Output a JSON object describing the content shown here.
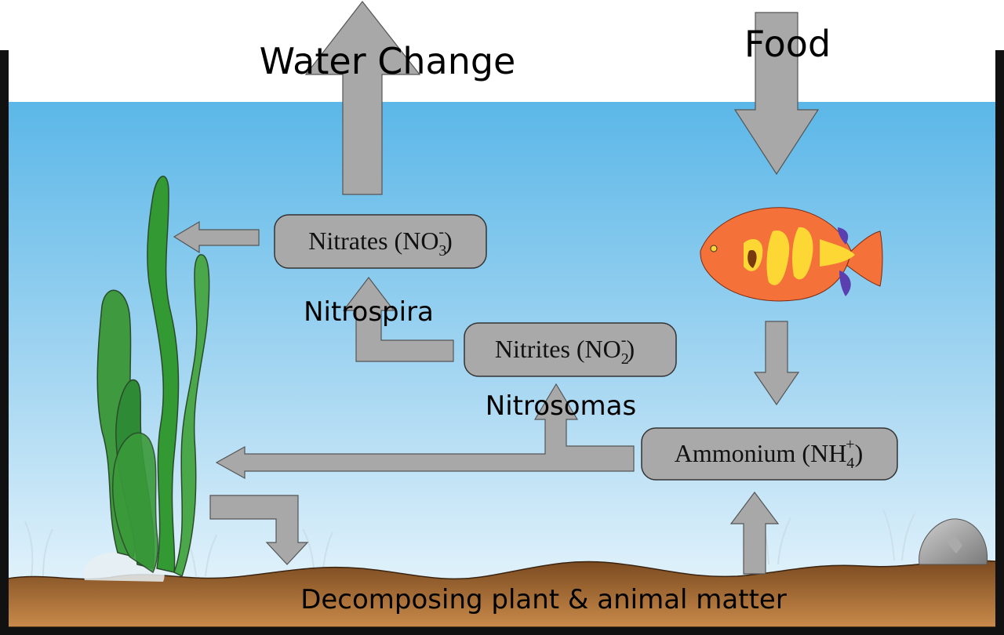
{
  "labels": {
    "water_change": "Water Change",
    "food": "Food",
    "nitrospira": "Nitrospira",
    "nitrosomas": "Nitrosomas",
    "decomposing": "Decomposing plant & animal matter"
  },
  "compounds": {
    "nitrates": {
      "name": "Nitrates",
      "formula": "NO",
      "sub": "3",
      "sup": "-"
    },
    "nitrites": {
      "name": "Nitrites",
      "formula": "NO",
      "sub": "2",
      "sup": "-"
    },
    "ammonium": {
      "name": "Ammonium",
      "formula": "NH",
      "sub": "4",
      "sup": "+"
    }
  },
  "colors": {
    "water_top": "#5bb7e8",
    "water_bottom": "#eaf6fc",
    "arrow": "#a8a8a8",
    "box": "#a9a9a9",
    "soil": "#8b5a2b",
    "plant": "#3a9a3a",
    "fish": "#f4713a"
  },
  "icons": [
    "fish-icon",
    "plant-icon",
    "rock-icon"
  ]
}
